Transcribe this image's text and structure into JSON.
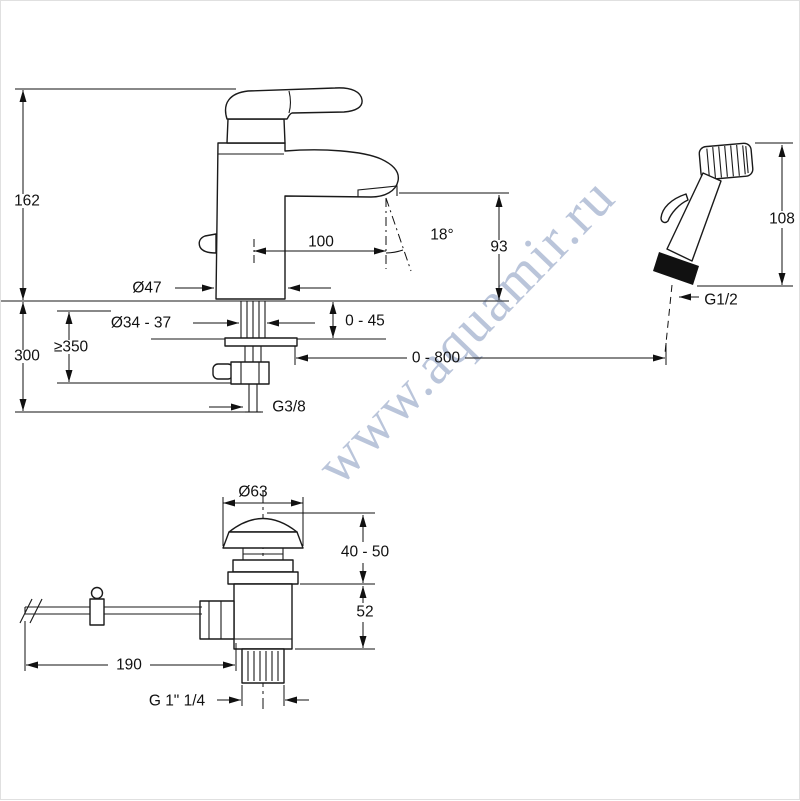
{
  "watermark": "www.aquamir.ru",
  "faucet": {
    "total_height": "162",
    "below_deck_height": "300",
    "min_hose_length": "≥350",
    "base_diameter": "Ø47",
    "hole_diameter": "Ø34 - 37",
    "deck_thickness": "0 - 45",
    "spout_reach": "100",
    "stream_angle": "18°",
    "spout_height": "93",
    "supply_thread": "G3/8"
  },
  "handshower": {
    "head_height": "108",
    "connection_thread": "G1/2",
    "hose_length_range": "0 - 800"
  },
  "drain": {
    "flange_diameter": "Ø63",
    "upper_height_range": "40 - 50",
    "body_height": "52",
    "rod_length": "190",
    "outlet_thread": "G 1\" 1/4"
  }
}
